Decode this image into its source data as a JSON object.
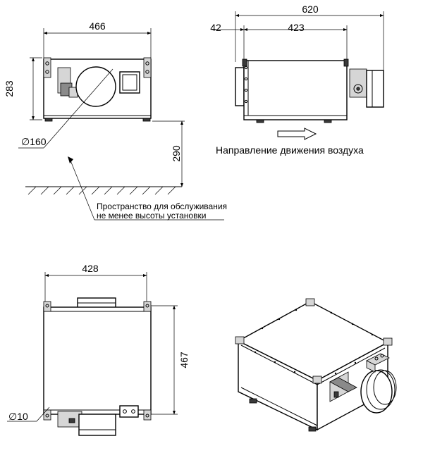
{
  "dimensions": {
    "front_width": "466",
    "front_height": "283",
    "duct_diameter": "160",
    "service_clearance": "290",
    "side_overall_length": "620",
    "side_spigot_length": "42",
    "side_body_length": "423",
    "top_width": "428",
    "top_depth": "467",
    "mount_hole_diameter": "10"
  },
  "symbols": {
    "diameter": "∅"
  },
  "labels": {
    "airflow_direction": "Направление движения воздуха",
    "service_space_line1": "Пространство для обслуживания",
    "service_space_line2": "не менее высоты установки"
  }
}
